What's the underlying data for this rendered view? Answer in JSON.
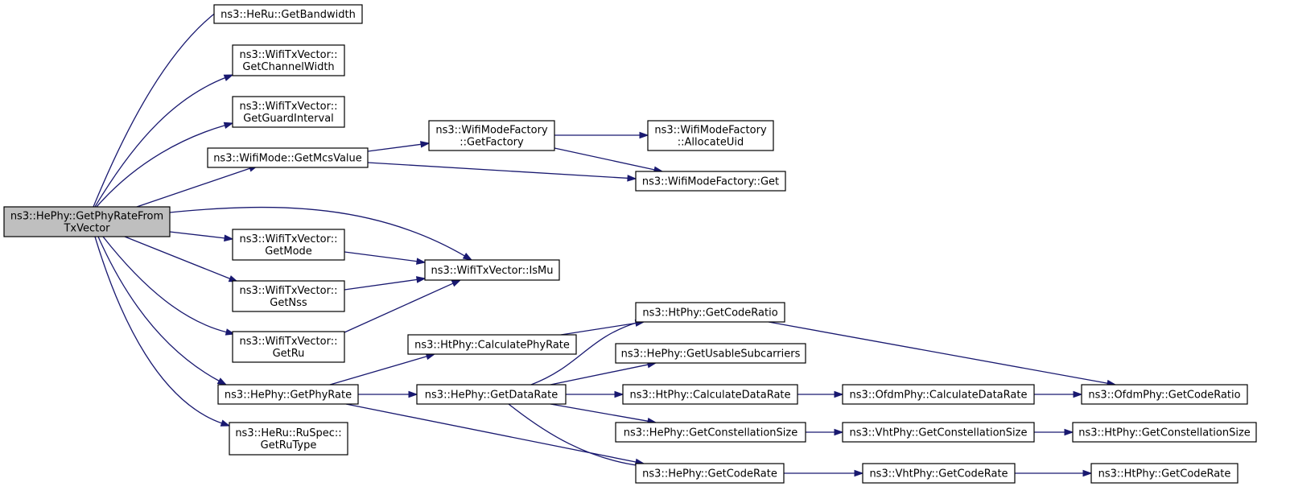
{
  "diagram": {
    "nodes": [
      {
        "id": "root",
        "lines": [
          "ns3::HePhy::GetPhyRateFrom",
          "TxVector"
        ],
        "root": true
      },
      {
        "id": "heru_bw",
        "lines": [
          "ns3::HeRu::GetBandwidth"
        ]
      },
      {
        "id": "tx_chw",
        "lines": [
          "ns3::WifiTxVector::",
          "GetChannelWidth"
        ]
      },
      {
        "id": "tx_gi",
        "lines": [
          "ns3::WifiTxVector::",
          "GetGuardInterval"
        ]
      },
      {
        "id": "mode_mcs",
        "lines": [
          "ns3::WifiMode::GetMcsValue"
        ]
      },
      {
        "id": "mf_getfactory",
        "lines": [
          "ns3::WifiModeFactory",
          "::GetFactory"
        ]
      },
      {
        "id": "mf_alloc",
        "lines": [
          "ns3::WifiModeFactory",
          "::AllocateUid"
        ]
      },
      {
        "id": "mf_get",
        "lines": [
          "ns3::WifiModeFactory::Get"
        ]
      },
      {
        "id": "tx_mode",
        "lines": [
          "ns3::WifiTxVector::",
          "GetMode"
        ]
      },
      {
        "id": "tx_ismu",
        "lines": [
          "ns3::WifiTxVector::IsMu"
        ]
      },
      {
        "id": "tx_nss",
        "lines": [
          "ns3::WifiTxVector::",
          "GetNss"
        ]
      },
      {
        "id": "tx_ru",
        "lines": [
          "ns3::WifiTxVector::",
          "GetRu"
        ]
      },
      {
        "id": "ht_calcphy",
        "lines": [
          "ns3::HtPhy::CalculatePhyRate"
        ]
      },
      {
        "id": "ht_coderatio",
        "lines": [
          "ns3::HtPhy::GetCodeRatio"
        ]
      },
      {
        "id": "he_usable",
        "lines": [
          "ns3::HePhy::GetUsableSubcarriers"
        ]
      },
      {
        "id": "he_phyrate",
        "lines": [
          "ns3::HePhy::GetPhyRate"
        ]
      },
      {
        "id": "he_datarate",
        "lines": [
          "ns3::HePhy::GetDataRate"
        ]
      },
      {
        "id": "ht_calcdata",
        "lines": [
          "ns3::HtPhy::CalculateDataRate"
        ]
      },
      {
        "id": "ofdm_calcdata",
        "lines": [
          "ns3::OfdmPhy::CalculateDataRate"
        ]
      },
      {
        "id": "ofdm_coderatio",
        "lines": [
          "ns3::OfdmPhy::GetCodeRatio"
        ]
      },
      {
        "id": "he_constsize",
        "lines": [
          "ns3::HePhy::GetConstellationSize"
        ]
      },
      {
        "id": "vht_constsize",
        "lines": [
          "ns3::VhtPhy::GetConstellationSize"
        ]
      },
      {
        "id": "ht_constsize",
        "lines": [
          "ns3::HtPhy::GetConstellationSize"
        ]
      },
      {
        "id": "he_coderate",
        "lines": [
          "ns3::HePhy::GetCodeRate"
        ]
      },
      {
        "id": "vht_coderate",
        "lines": [
          "ns3::VhtPhy::GetCodeRate"
        ]
      },
      {
        "id": "ht_coderate",
        "lines": [
          "ns3::HtPhy::GetCodeRate"
        ]
      },
      {
        "id": "heru_rutype",
        "lines": [
          "ns3::HeRu::RuSpec::",
          "GetRuType"
        ]
      }
    ],
    "edges": [
      [
        "root",
        "heru_bw"
      ],
      [
        "root",
        "tx_chw"
      ],
      [
        "root",
        "tx_gi"
      ],
      [
        "root",
        "mode_mcs"
      ],
      [
        "root",
        "tx_ismu"
      ],
      [
        "root",
        "tx_mode"
      ],
      [
        "root",
        "tx_nss"
      ],
      [
        "root",
        "tx_ru"
      ],
      [
        "root",
        "he_phyrate"
      ],
      [
        "root",
        "heru_rutype"
      ],
      [
        "mode_mcs",
        "mf_getfactory"
      ],
      [
        "mode_mcs",
        "mf_get"
      ],
      [
        "mf_getfactory",
        "mf_alloc"
      ],
      [
        "mf_getfactory",
        "mf_get"
      ],
      [
        "tx_mode",
        "tx_ismu"
      ],
      [
        "tx_nss",
        "tx_ismu"
      ],
      [
        "tx_ru",
        "tx_ismu"
      ],
      [
        "he_phyrate",
        "ht_calcphy"
      ],
      [
        "he_phyrate",
        "he_datarate"
      ],
      [
        "he_phyrate",
        "he_coderate"
      ],
      [
        "ht_calcphy",
        "ht_coderatio"
      ],
      [
        "he_datarate",
        "ht_coderatio"
      ],
      [
        "he_datarate",
        "he_usable"
      ],
      [
        "he_datarate",
        "ht_calcdata"
      ],
      [
        "he_datarate",
        "he_constsize"
      ],
      [
        "he_datarate",
        "he_coderate"
      ],
      [
        "ht_coderatio",
        "ofdm_coderatio"
      ],
      [
        "ht_calcdata",
        "ofdm_calcdata"
      ],
      [
        "ofdm_calcdata",
        "ofdm_coderatio"
      ],
      [
        "he_constsize",
        "vht_constsize"
      ],
      [
        "vht_constsize",
        "ht_constsize"
      ],
      [
        "he_coderate",
        "vht_coderate"
      ],
      [
        "vht_coderate",
        "ht_coderate"
      ]
    ]
  },
  "colors": {
    "edge": "#191970",
    "root_fill": "#bfbfbf",
    "node_fill": "#ffffff",
    "border": "#000000"
  }
}
